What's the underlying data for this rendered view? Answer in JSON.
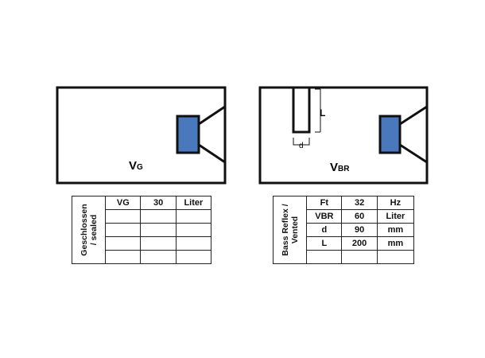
{
  "sealed_box": {
    "volume_label": "V",
    "volume_subscript": "G",
    "driver_color": "#4a78bd"
  },
  "vented_box": {
    "volume_label": "V",
    "volume_subscript": "BR",
    "port_length_label": "L",
    "port_diameter_label": "d",
    "driver_color": "#4a78bd"
  },
  "sealed_table": {
    "side_label_line1": "Geschlossen",
    "side_label_line2": "/ sealed",
    "rows": [
      [
        "VG",
        "30",
        "Liter"
      ],
      [
        "",
        "",
        ""
      ],
      [
        "",
        "",
        ""
      ],
      [
        "",
        "",
        ""
      ],
      [
        "",
        "",
        ""
      ]
    ]
  },
  "vented_table": {
    "side_label_line1": "Bass Reflex /",
    "side_label_line2": "Vented",
    "rows": [
      [
        "Ft",
        "32",
        "Hz"
      ],
      [
        "VBR",
        "60",
        "Liter"
      ],
      [
        "d",
        "90",
        "mm"
      ],
      [
        "L",
        "200",
        "mm"
      ],
      [
        "",
        "",
        ""
      ]
    ]
  }
}
